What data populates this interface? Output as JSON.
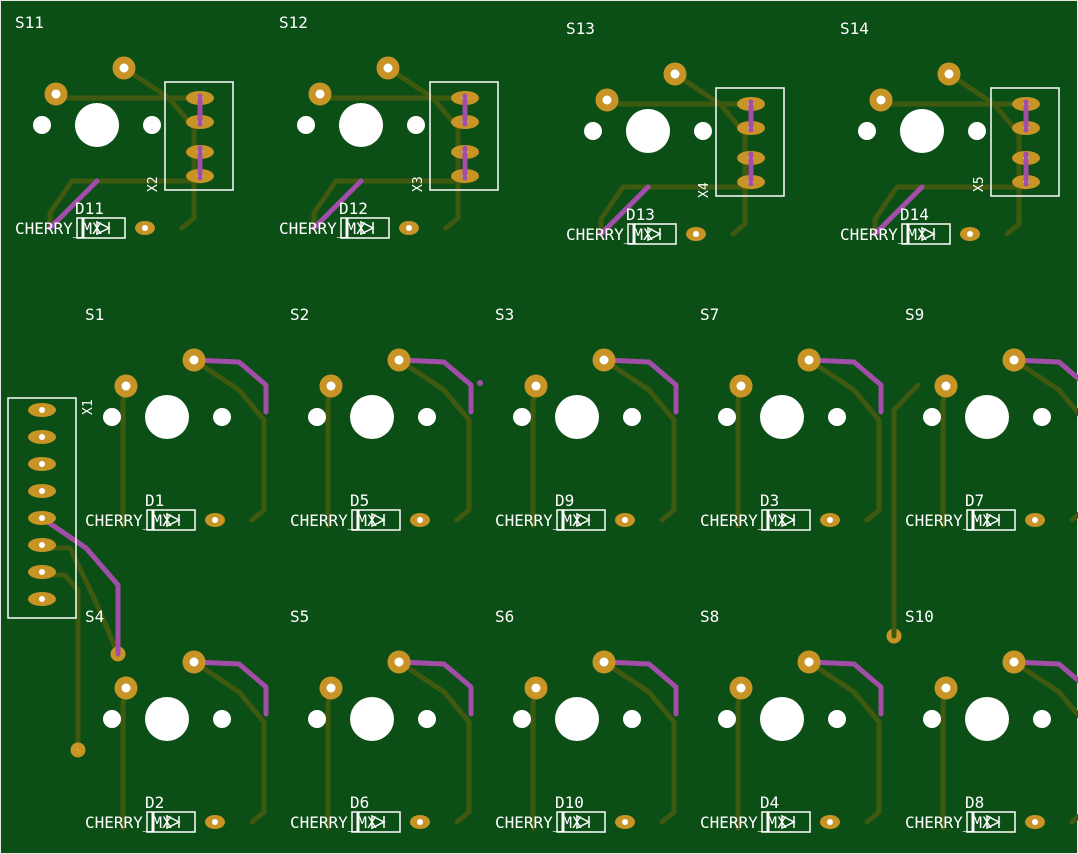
{
  "colors": {
    "board": "#0b4e16",
    "copper_front": "#c89426",
    "trace_front": "#3f5a10",
    "trace_back": "#a24ea8",
    "silkscreen": "#ffffff"
  },
  "switches": [
    {
      "ref": "S11",
      "diode": "D11",
      "footprint": "CHERRY_MX"
    },
    {
      "ref": "S12",
      "diode": "D12",
      "footprint": "CHERRY_MX"
    },
    {
      "ref": "S13",
      "diode": "D13",
      "footprint": "CHERRY_MX"
    },
    {
      "ref": "S14",
      "diode": "D14",
      "footprint": "CHERRY_MX"
    },
    {
      "ref": "S1",
      "diode": "D1",
      "footprint": "CHERRY_MX"
    },
    {
      "ref": "S2",
      "diode": "D5",
      "footprint": "CHERRY_MX"
    },
    {
      "ref": "S3",
      "diode": "D9",
      "footprint": "CHERRY_MX"
    },
    {
      "ref": "S7",
      "diode": "D3",
      "footprint": "CHERRY_MX"
    },
    {
      "ref": "S9",
      "diode": "D7",
      "footprint": "CHERRY_MX"
    },
    {
      "ref": "S4",
      "diode": "D2",
      "footprint": "CHERRY_MX"
    },
    {
      "ref": "S5",
      "diode": "D6",
      "footprint": "CHERRY_MX"
    },
    {
      "ref": "S6",
      "diode": "D10",
      "footprint": "CHERRY_MX"
    },
    {
      "ref": "S8",
      "diode": "D4",
      "footprint": "CHERRY_MX"
    },
    {
      "ref": "S10",
      "diode": "D8",
      "footprint": "CHERRY_MX"
    }
  ],
  "connectors": [
    {
      "ref": "X1"
    },
    {
      "ref": "X2"
    },
    {
      "ref": "X3"
    },
    {
      "ref": "X4"
    },
    {
      "ref": "X5"
    }
  ]
}
